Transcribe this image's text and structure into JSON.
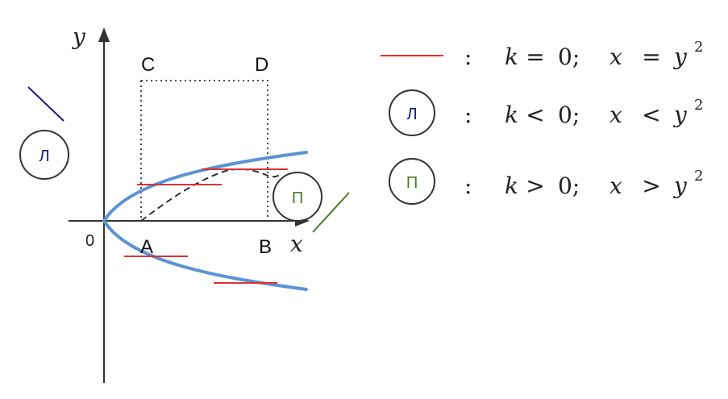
{
  "colors": {
    "axis": "#333333",
    "parabola": "#5b93d3",
    "level_line": "#e03030",
    "dashed_path": "#222222",
    "rect": "#333333",
    "circle_outline": "#333333",
    "left_mark": "#1a1a80",
    "right_mark": "#4a7a20"
  },
  "diagram": {
    "axis_y_label": "y",
    "axis_x_label": "x",
    "origin_label": "0",
    "points": {
      "A": "A",
      "B": "B",
      "C": "C",
      "D": "D"
    },
    "left_marker_label": "Л",
    "right_marker_label": "П"
  },
  "legend": [
    {
      "symbol": "red-line",
      "colon": ":",
      "k": "k",
      "op1": "=",
      "zero": "0;",
      "x": "x",
      "op2": "=",
      "y": "y",
      "exp": "2"
    },
    {
      "symbol": "circle",
      "symbol_label": "Л",
      "label_color": "#1a1a80",
      "colon": ":",
      "k": "k",
      "op1": "<",
      "zero": "0;",
      "x": "x",
      "op2": "<",
      "y": "y",
      "exp": "2"
    },
    {
      "symbol": "circle",
      "symbol_label": "П",
      "label_color": "#4a7a20",
      "colon": ":",
      "k": "k",
      "op1": ">",
      "zero": "0;",
      "x": "x",
      "op2": ">",
      "y": "y",
      "exp": "2"
    }
  ]
}
